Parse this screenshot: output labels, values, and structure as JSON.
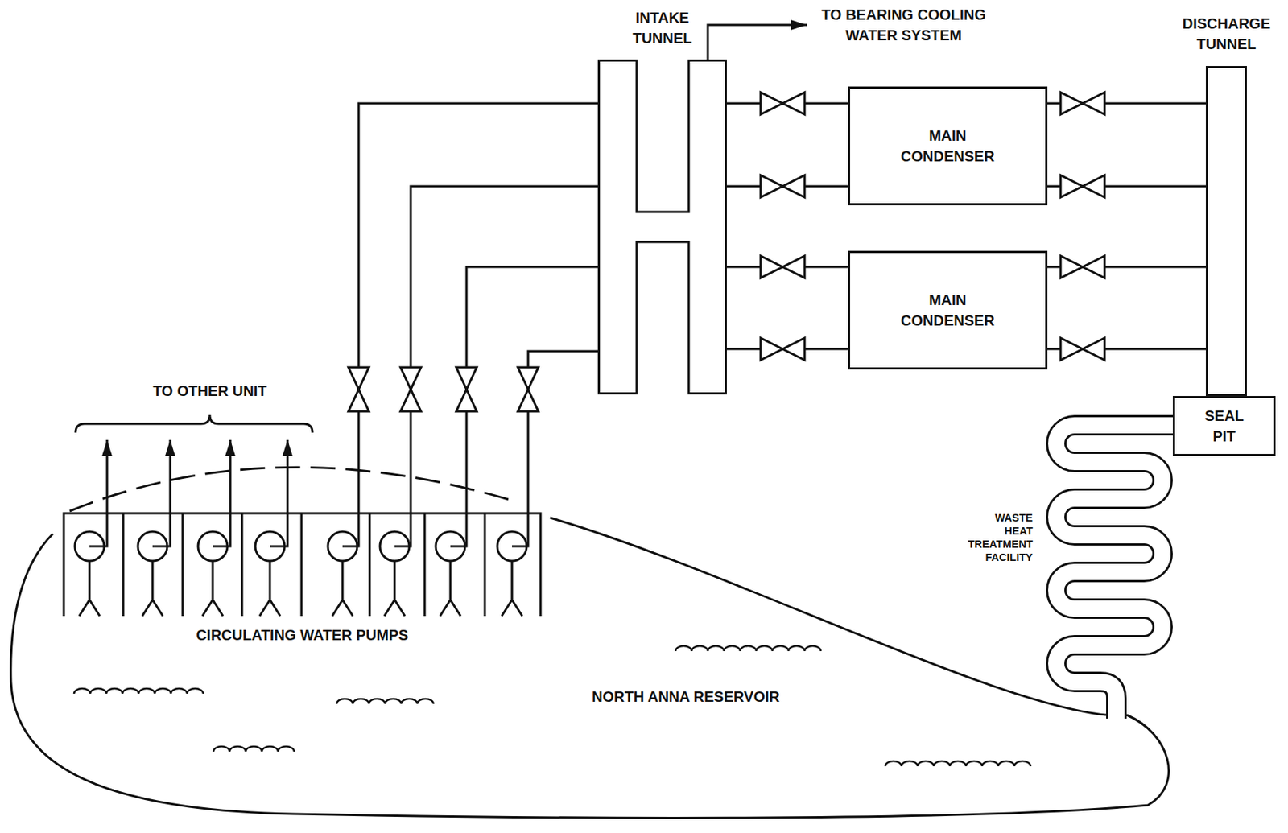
{
  "diagram": {
    "nodes": [
      {
        "text": [
          "INTAKE TUNNEL"
        ]
      },
      {
        "text": [
          "MAIN CONDENSER"
        ]
      },
      {
        "text": [
          "MAIN CONDENSER"
        ]
      },
      {
        "text": [
          "DISCHARGE TUNNEL"
        ]
      },
      {
        "text": [
          "SEAL PIT"
        ]
      },
      {
        "text": [
          "NORTH ANNA RESERVOIR"
        ]
      }
    ],
    "edges": [
      {
        "from": 0,
        "to": 1,
        "arrow": "none"
      },
      {
        "from": 0,
        "to": 1,
        "arrow": "none"
      },
      {
        "from": 0,
        "to": 2,
        "arrow": "none"
      },
      {
        "from": 0,
        "to": 2,
        "arrow": "none"
      },
      {
        "from": 1,
        "to": 3,
        "arrow": "none"
      },
      {
        "from": 1,
        "to": 3,
        "arrow": "none"
      },
      {
        "from": 2,
        "to": 3,
        "arrow": "none"
      },
      {
        "from": 2,
        "to": 3,
        "arrow": "none"
      }
    ],
    "labels": [
      "TO BEARING COOLING WATER SYSTEM",
      "TO OTHER UNIT",
      "CIRCULATING WATER PUMPS",
      "WASTE HEAT TREATMENT FACILITY"
    ]
  }
}
